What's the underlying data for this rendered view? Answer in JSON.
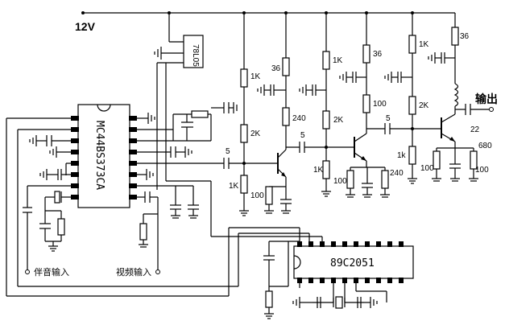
{
  "supply_label": "12V",
  "output_label": "输出",
  "ics": {
    "encoder": "MC44BS373CA",
    "mcu": "89C2051",
    "regulator": "78L05"
  },
  "inputs": {
    "audio": "伴音输入",
    "video": "视频输入"
  },
  "components": {
    "r_1k_a": "1K",
    "r_2k_a": "2K",
    "r_1k_b": "1K",
    "r_36_a": "36",
    "r_240_a": "240",
    "r_100_a": "100",
    "r_1k_c": "1K",
    "r_2k_b": "2K",
    "r_1k_d": "1K",
    "r_36_b": "36",
    "r_100_b": "100",
    "r_100_c": "100",
    "r_240_b": "240",
    "r_1k_e": "1K",
    "r_2k_c": "2K",
    "r_1k_f": "1k",
    "r_36_c": "36",
    "r_100_d": "100",
    "r_100_e": "100",
    "r_680": "680",
    "c_5_a": "5",
    "c_5_b": "5",
    "c_5_c": "5",
    "c_22": "22"
  }
}
